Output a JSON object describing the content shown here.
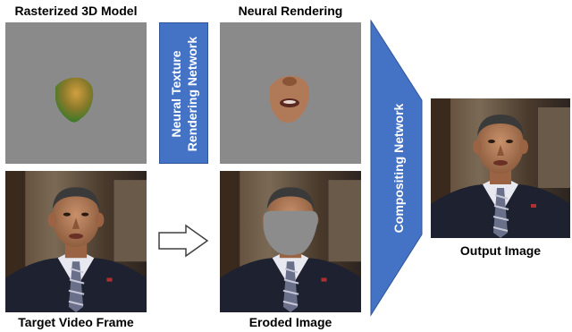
{
  "captions": {
    "rasterized_model": "Rasterized 3D Model",
    "neural_rendering": "Neural Rendering",
    "target_frame": "Target Video Frame",
    "eroded_image": "Eroded Image",
    "output_image": "Output Image"
  },
  "networks": {
    "texture_line1": "Neural Texture",
    "texture_line2": "Rendering Network",
    "compositing": "Compositing Network"
  },
  "colors": {
    "panel_gray": "#8a8a8a",
    "network_blue": "#4472c4",
    "network_blue_dark": "#2f5597",
    "mask_gray": "#8c8c8c"
  },
  "icons": {
    "arrow": "outline-right-arrow"
  }
}
